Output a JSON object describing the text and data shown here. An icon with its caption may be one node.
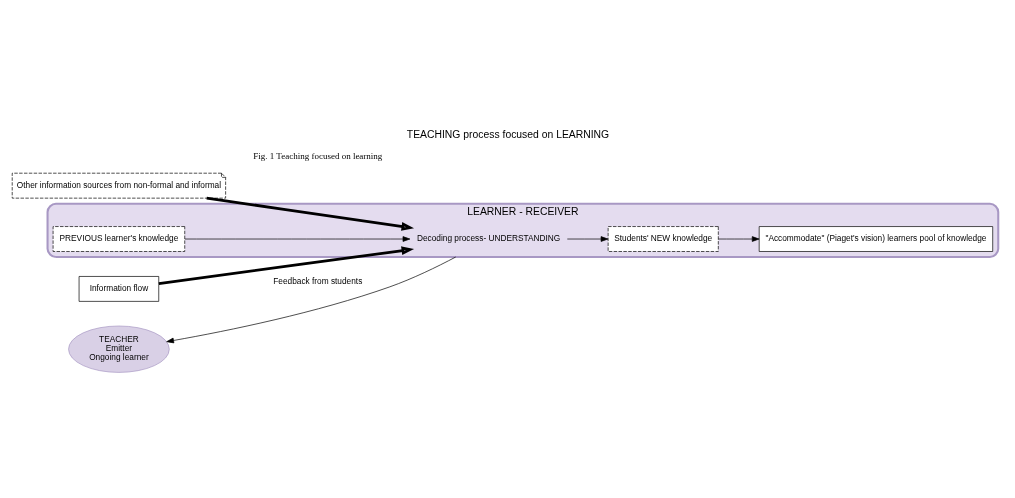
{
  "diagram": {
    "title": "TEACHING process focused on LEARNING",
    "caption": "Fig. 1 Teaching focused on learning",
    "nodes": [
      {
        "text": [
          "Other information sources from non-formal and informal"
        ]
      },
      {
        "text": [
          "TEACHER",
          "Emitter",
          "Ongoing learner"
        ]
      },
      {
        "text": [
          "Information flow"
        ]
      },
      {
        "text": [
          "LEARNER - RECEIVER"
        ]
      },
      {
        "text": [
          "Decoding process- UNDERSTANDING"
        ],
        "in": 3
      },
      {
        "text": [
          "PREVIOUS learner's knowledge"
        ],
        "in": 3
      },
      {
        "text": [
          "\"Accommodate\" (Piaget's vision) learners pool of knowledge"
        ],
        "in": 3
      },
      {
        "text": [
          "Students' NEW knowledge"
        ],
        "in": 3
      }
    ],
    "edges": [
      {
        "from": 0,
        "to": 4,
        "arrow": "to",
        "style": "thick"
      },
      {
        "from": 2,
        "to": 4,
        "arrow": "to",
        "style": "thick"
      },
      {
        "from": 5,
        "to": 4,
        "arrow": "to"
      },
      {
        "from": 4,
        "to": 7,
        "arrow": "to"
      },
      {
        "from": 7,
        "to": 6,
        "arrow": "to"
      },
      {
        "from": 3,
        "to": 1,
        "arrow": "to",
        "label": "Feedback from students"
      }
    ]
  }
}
